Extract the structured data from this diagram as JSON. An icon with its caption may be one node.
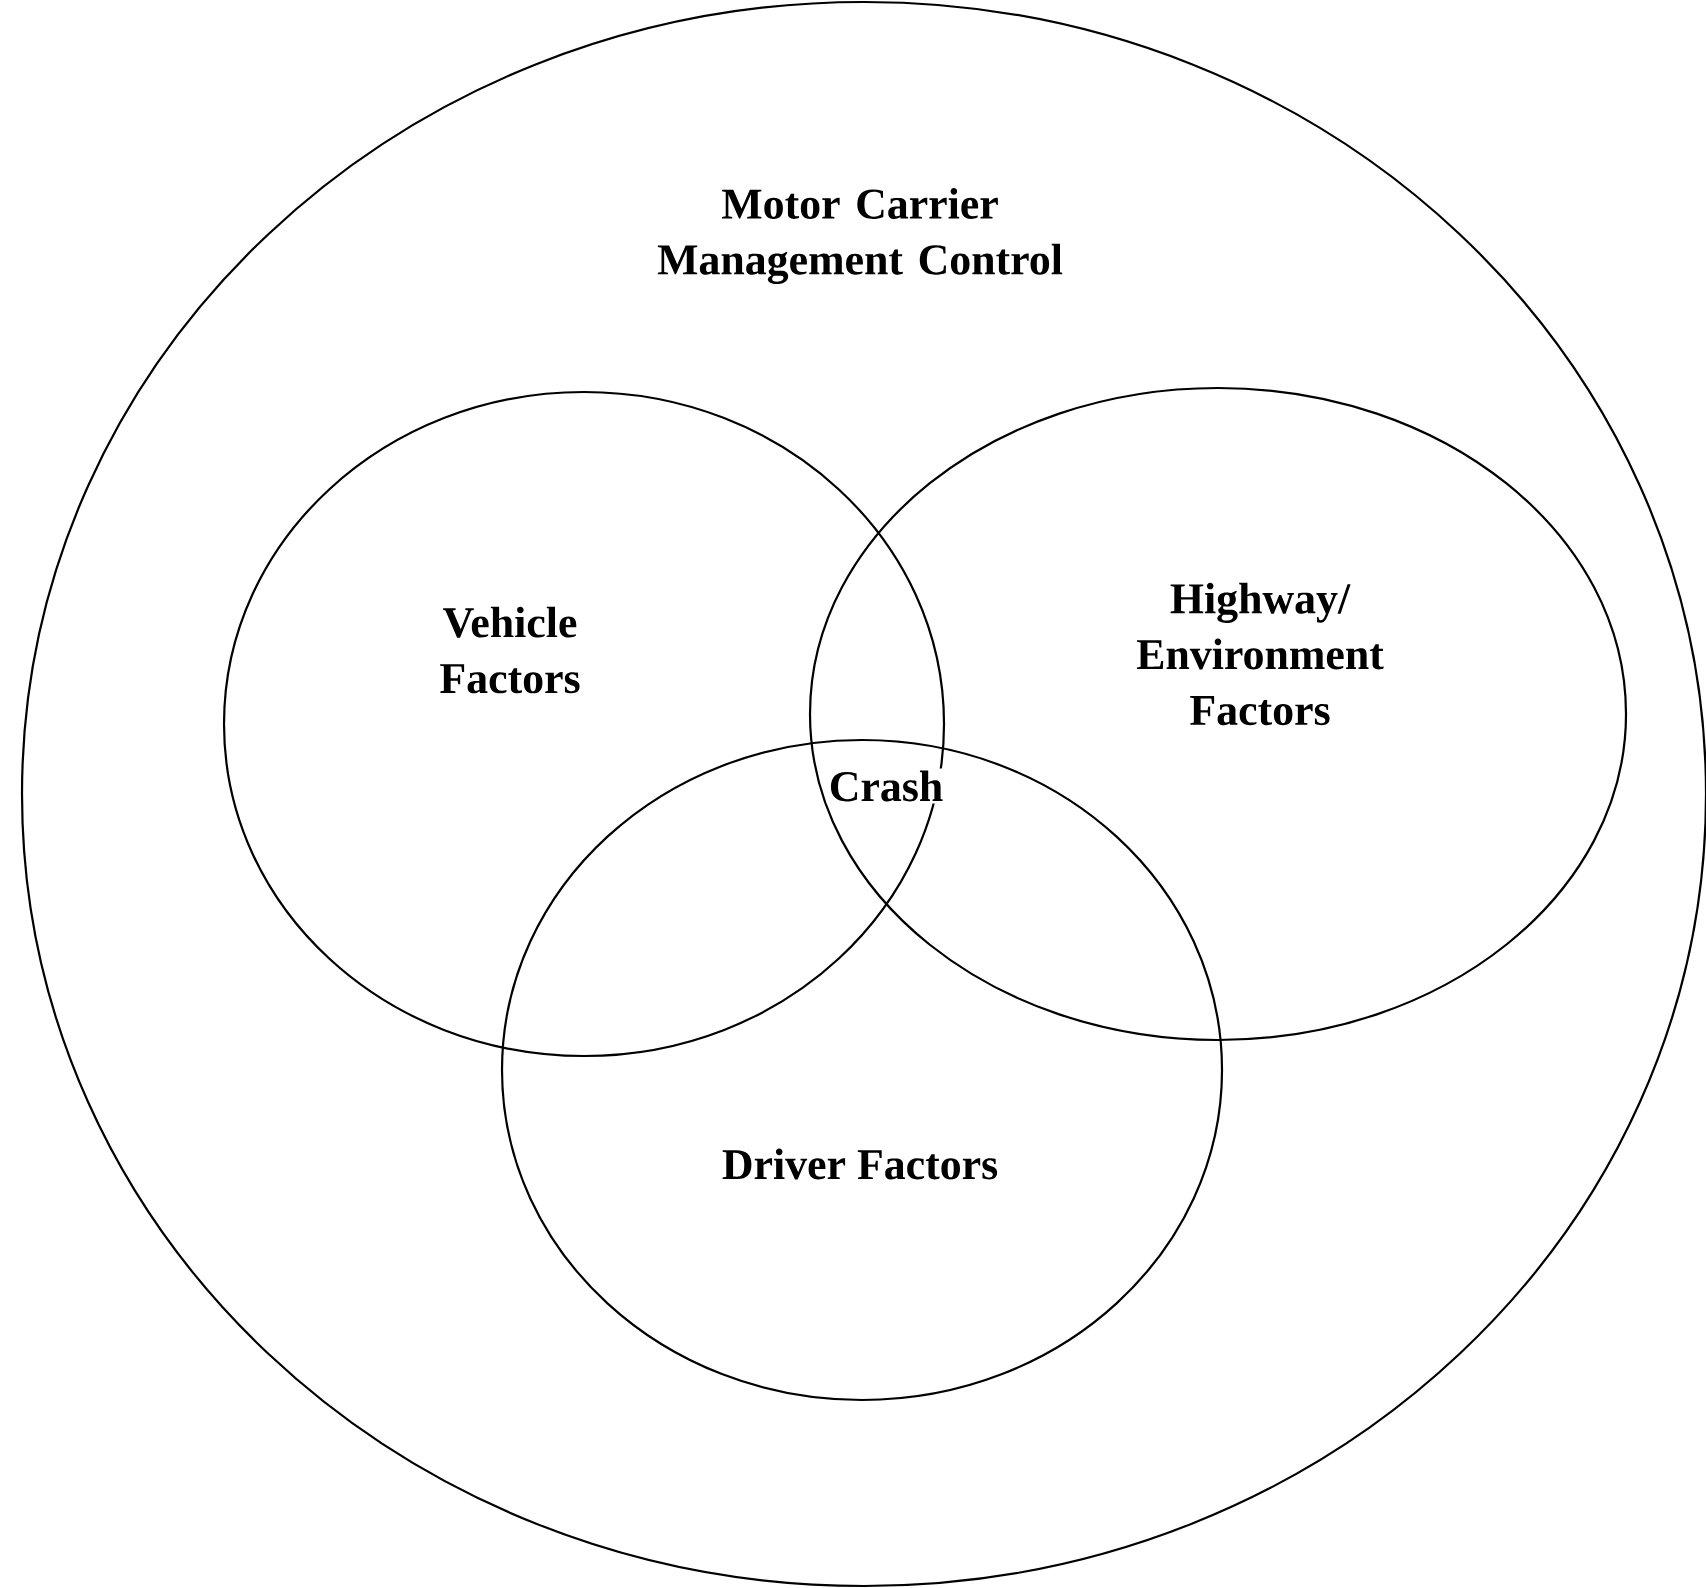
{
  "diagram": {
    "nodes": [
      {
        "text": [
          "Motor Carrier Management Control"
        ]
      },
      {
        "text": [
          "Vehicle Factors"
        ],
        "in": 0
      },
      {
        "text": [
          "Highway/ Environment Factors"
        ],
        "in": 0
      },
      {
        "text": [
          "Driver Factors"
        ],
        "in": 0
      }
    ],
    "labels": [
      "Crash"
    ]
  }
}
